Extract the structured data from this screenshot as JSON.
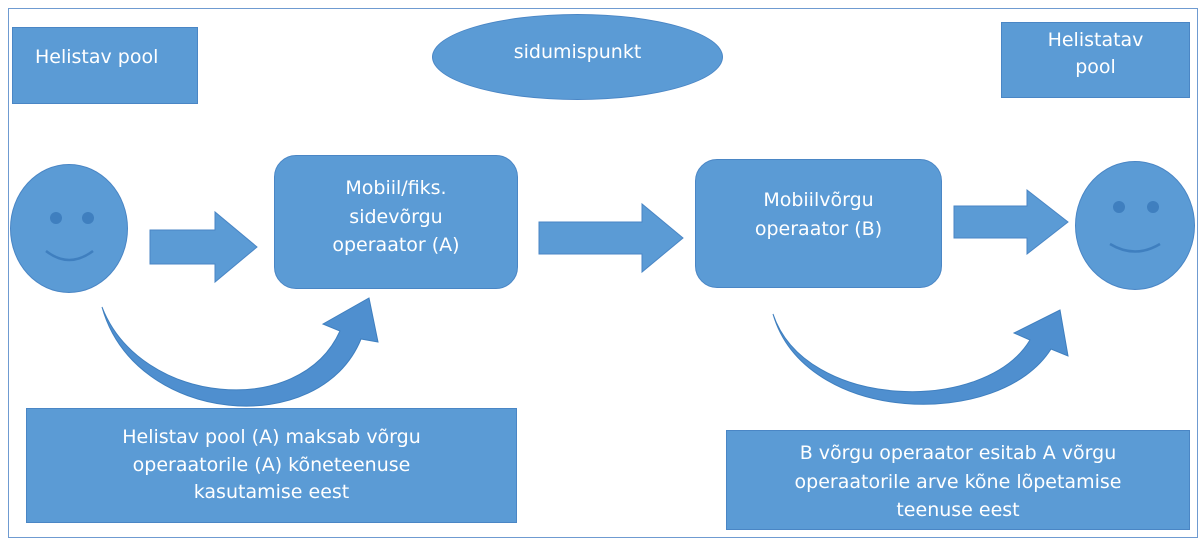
{
  "labels": {
    "caller": "Helistav pool",
    "interconnect": "sidumispunkt",
    "callee_line1": "Helistatav",
    "callee_line2": "pool"
  },
  "operators": {
    "a_line1": "Mobiil/fiks.",
    "a_line2": "sidevõrgu",
    "a_line3": "operaator (A)",
    "b_line1": "Mobiilvõrgu",
    "b_line2": "operaator (B)"
  },
  "notes": {
    "left_line1": "Helistav pool (A) maksab  võrgu",
    "left_line2": "operaatorile (A) kõneteenuse",
    "left_line3": "kasutamise eest",
    "right_line1": "B võrgu operaator esitab A võrgu",
    "right_line2": "operaatorile arve kõne lõpetamise",
    "right_line3": "teenuse eest"
  },
  "colors": {
    "fill": "#5b9bd5",
    "stroke": "#4a86c5",
    "text": "#ffffff"
  }
}
